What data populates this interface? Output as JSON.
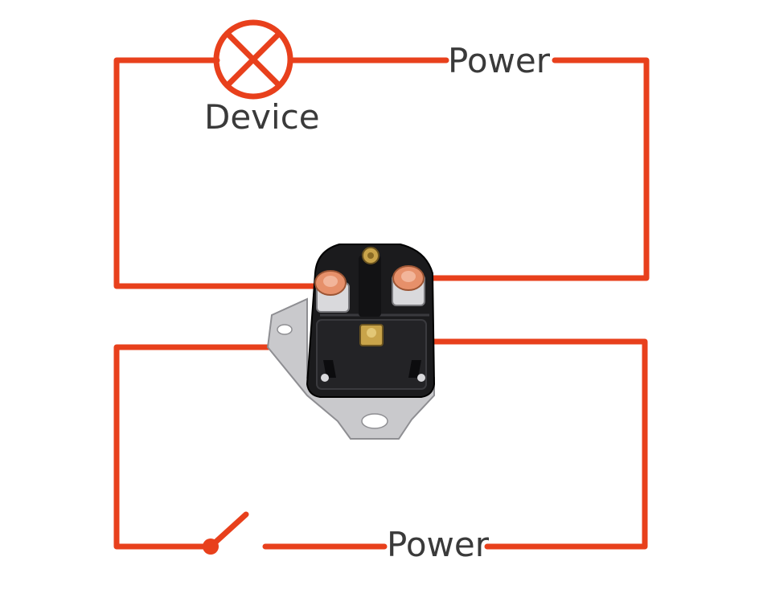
{
  "labels": {
    "device": "Device",
    "power_top": "Power",
    "power_bottom": "Power"
  },
  "colors": {
    "wire": "#e8401c",
    "label_text": "#3a3a3a",
    "relay_body": "#1b1b1d",
    "bracket": "#c9c9cc",
    "copper_terminal": "#e6906a",
    "brass_terminal": "#c9a44a"
  },
  "icons": {
    "device": "lamp-cross-icon",
    "switch": "open-switch-icon",
    "relay": "starter-solenoid-relay"
  }
}
